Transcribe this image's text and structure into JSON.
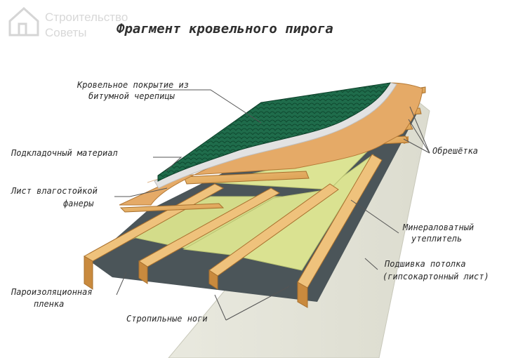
{
  "watermark": {
    "line1": "Строительство",
    "line2": "Советы",
    "logo_icon": "house-logo-icon"
  },
  "title": "Фрагмент кровельного пирога",
  "labels": {
    "roof_covering_l1": "Кровельное покрытие из",
    "roof_covering_l2": "битумной черепицы",
    "underlay": "Подкладочный материал",
    "plywood_l1": "Лист влагостойкой",
    "plywood_l2": "фанеры",
    "battens": "Обрешётка",
    "insulation_l1": "Минераловатный",
    "insulation_l2": "утеплитель",
    "vapor_barrier_l1": "Пароизоляционная",
    "vapor_barrier_l2": "пленка",
    "ceiling_l1": "Подшивка потолка",
    "ceiling_l2": "(гипсокартонный лист)",
    "rafters": "Стропильные ноги"
  },
  "colors": {
    "shingles": "#1e6b4a",
    "underlay": "#dcdcdc",
    "plywood": "#e3a864",
    "wood": "#d9a352",
    "insulation": "#d6df8e",
    "vapor_barrier": "#4a5459",
    "ceiling": "#e6e6da",
    "leader": "#cf1f1f"
  }
}
